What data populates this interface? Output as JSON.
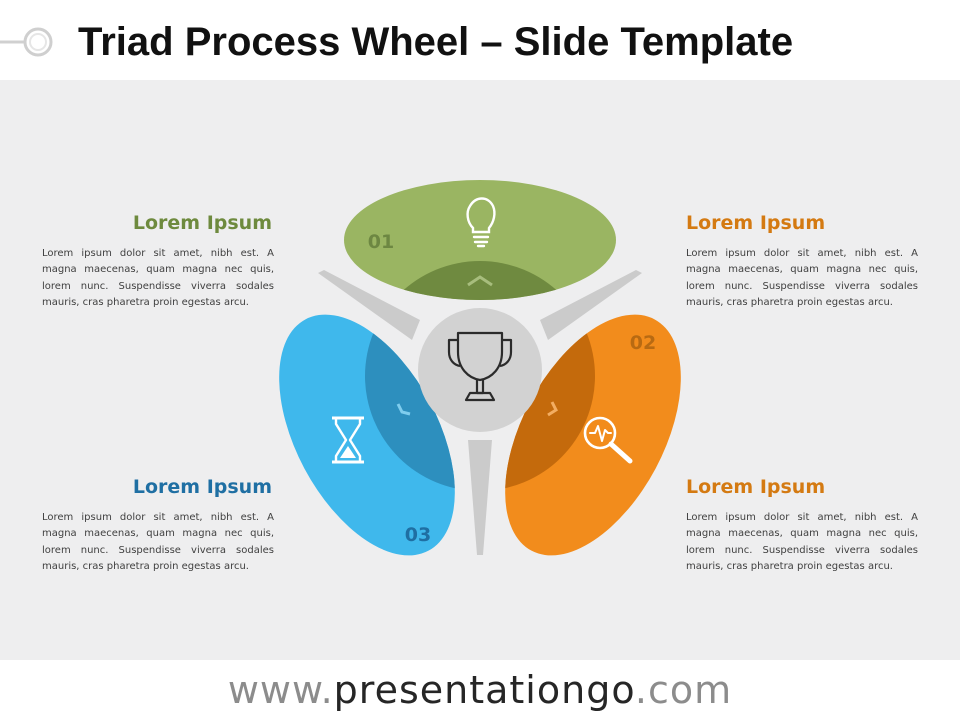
{
  "slide": {
    "title": "Triad Process Wheel – Slide Template"
  },
  "colors": {
    "green": "#9ab562",
    "orange": "#f28c1c",
    "blue": "#3fb8ec",
    "hub": "#d2d2d2",
    "title_text": "#111111",
    "body_text": "#404040",
    "heading_green": "#6e8a3e",
    "heading_orange": "#d47a12",
    "heading_blue": "#1f6fa3"
  },
  "sections": [
    {
      "number": "01",
      "heading": "Lorem Ipsum",
      "text": "Lorem ipsum dolor sit amet, nibh est. A magna maecenas, quam magna nec quis, lorem nunc. Suspendisse viverra sodales mauris, cras pharetra proin egestas arcu.",
      "icon": "lightbulb-icon"
    },
    {
      "number": "02",
      "heading": "Lorem Ipsum",
      "text": "Lorem ipsum dolor sit amet, nibh est. A magna maecenas, quam magna nec quis, lorem nunc. Suspendisse viverra sodales mauris, cras pharetra proin egestas arcu.",
      "icon": "magnifier-pulse-icon"
    },
    {
      "number": "03",
      "heading": "Lorem Ipsum",
      "text": "Lorem ipsum dolor sit amet, nibh est. A magna maecenas, quam magna nec quis, lorem nunc. Suspendisse viverra sodales mauris, cras pharetra proin egestas arcu.",
      "icon": "hourglass-icon"
    }
  ],
  "center": {
    "icon": "trophy-icon"
  },
  "footer": {
    "prefix": "www.",
    "brand": "presentationgo",
    "suffix": ".com"
  }
}
